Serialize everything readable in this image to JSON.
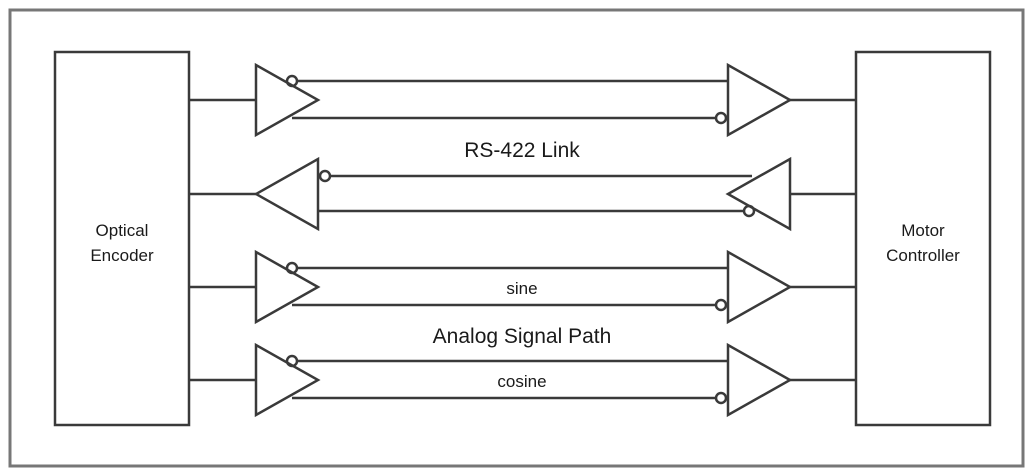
{
  "blocks": {
    "left": {
      "line1": "Optical",
      "line2": "Encoder"
    },
    "right": {
      "line1": "Motor",
      "line2": "Controller"
    }
  },
  "labels": {
    "rs422": "RS-422 Link",
    "analog": "Analog Signal Path",
    "sine": "sine",
    "cosine": "cosine"
  },
  "colors": {
    "line": "#3a3a3a",
    "frame": "#777777",
    "text": "#1a1a1a"
  }
}
